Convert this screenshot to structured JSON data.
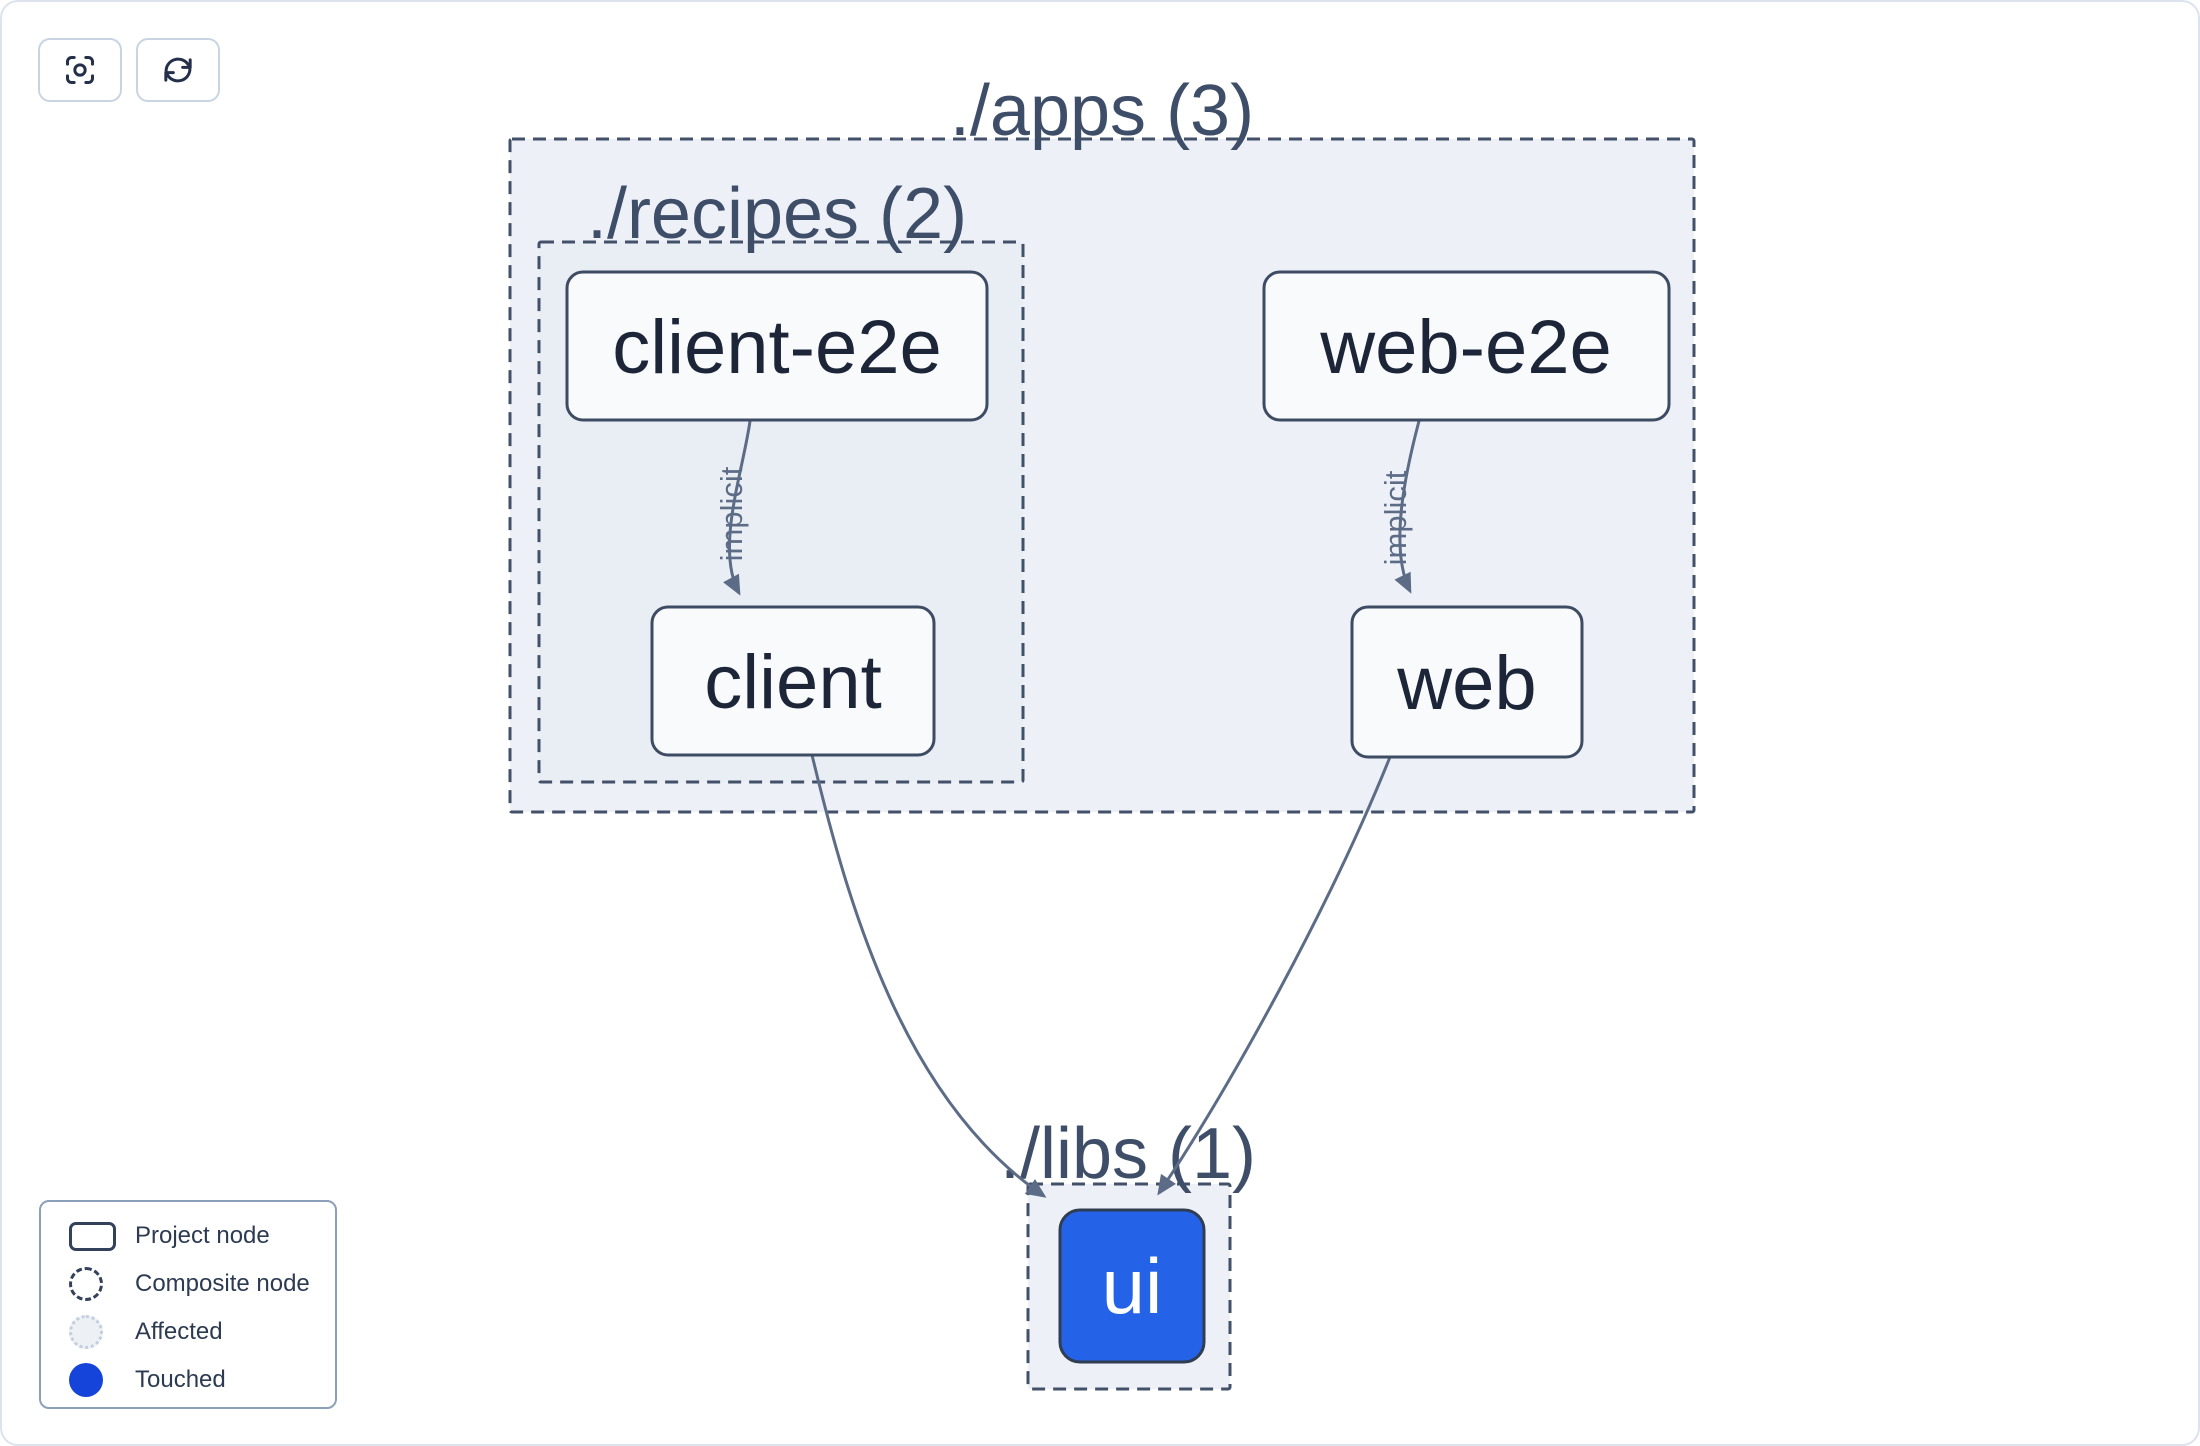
{
  "toolbar": {
    "buttons": [
      {
        "name": "center-graph",
        "icon": "focus-icon"
      },
      {
        "name": "refresh-graph",
        "icon": "refresh-icon"
      }
    ]
  },
  "graph": {
    "groups": [
      {
        "id": "apps",
        "label": "./apps (3)"
      },
      {
        "id": "recipes",
        "label": "./recipes (2)"
      },
      {
        "id": "libs",
        "label": "./libs (1)"
      }
    ],
    "nodes": [
      {
        "id": "client-e2e",
        "label": "client-e2e",
        "state": "default"
      },
      {
        "id": "web-e2e",
        "label": "web-e2e",
        "state": "default"
      },
      {
        "id": "client",
        "label": "client",
        "state": "default"
      },
      {
        "id": "web",
        "label": "web",
        "state": "default"
      },
      {
        "id": "ui",
        "label": "ui",
        "state": "touched"
      }
    ],
    "edges": [
      {
        "from": "client-e2e",
        "to": "client",
        "type": "implicit",
        "label": "implicit"
      },
      {
        "from": "web-e2e",
        "to": "web",
        "type": "implicit",
        "label": "implicit"
      },
      {
        "from": "client",
        "to": "ui",
        "type": "static",
        "label": ""
      },
      {
        "from": "web",
        "to": "ui",
        "type": "static",
        "label": ""
      }
    ]
  },
  "legend": {
    "items": [
      {
        "label": "Project node",
        "swatch": "project-node"
      },
      {
        "label": "Composite node",
        "swatch": "composite-node"
      },
      {
        "label": "Affected",
        "swatch": "affected"
      },
      {
        "label": "Touched",
        "swatch": "touched"
      }
    ]
  },
  "colors": {
    "touched_node": "#2463e8",
    "touched_dot": "#1444da",
    "group_fill": "#edf1f7",
    "group_fill_nested": "#e9eef5",
    "node_fill": "#f9fafc",
    "stroke_dark": "#42506a",
    "edge": "#5d6c86"
  }
}
